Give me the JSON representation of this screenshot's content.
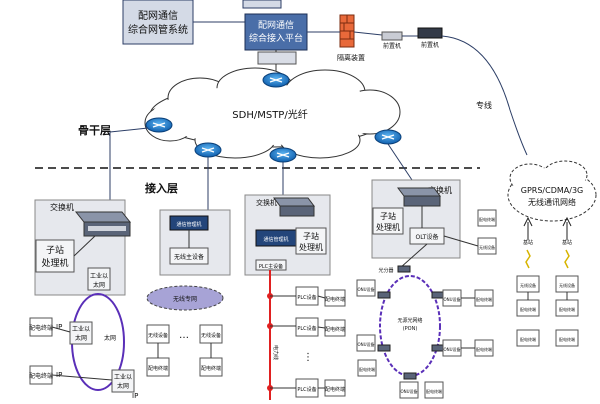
{
  "top": {
    "nms_system": [
      "配网通信",
      "综合网管系统"
    ],
    "access_platform": [
      "配网通信",
      "综合接入平台"
    ],
    "isolation_device": "隔离装置",
    "front_box": "前置机"
  },
  "labels": {
    "backbone_layer": "骨干层",
    "access_layer": "接入层",
    "sdh_cloud": "SDH/MSTP/光纤",
    "dedicated_line": "专线",
    "wireless_cloud": [
      "GPRS/CDMA/3G",
      "无线通讯网络"
    ],
    "switch": "交换机",
    "substation_proc": [
      "子站",
      "处理机"
    ],
    "industrial_switch": [
      "工业以",
      "太网"
    ],
    "olt": "OLT设备",
    "pon": [
      "无源光网络",
      "(PON)"
    ],
    "onu": "ONU设备",
    "plc": "PLC设备",
    "terminal": "配电终端",
    "wireless_device": "无线设备",
    "light_splitter": "光分器",
    "ip": "IP",
    "ellipsis": "…"
  },
  "colors": {
    "box_fill": "#d4dae6",
    "box_stroke": "#2c3e66",
    "router_blue": "#1e78c8",
    "dark_blue": "#23457a",
    "red_line": "#e02020",
    "wireless_ellipse": "#a7a3d6",
    "purple_ring": "#5a2fb8"
  }
}
